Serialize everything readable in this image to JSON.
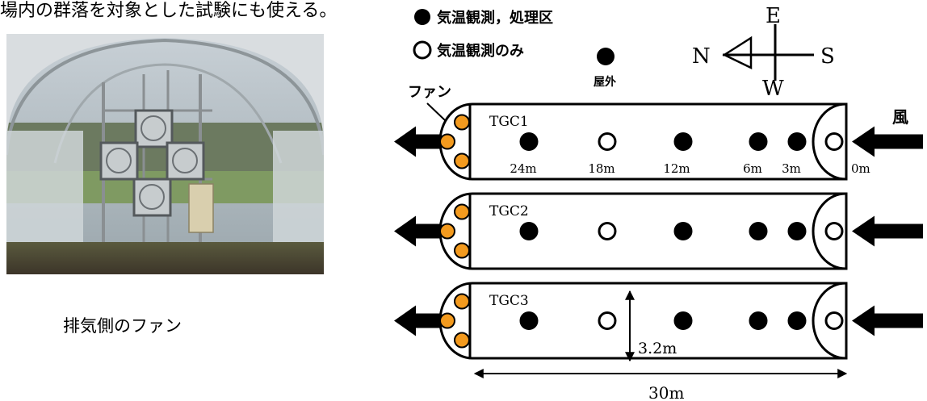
{
  "top_text": "場内の群落を対象とした試験にも使える。",
  "photo_caption": "排気側のファン",
  "legend": {
    "filled": "気温観測，処理区",
    "open": "気温観測のみ"
  },
  "outside_label": "屋外",
  "compass": {
    "n": "N",
    "s": "S",
    "e": "E",
    "w": "W"
  },
  "fan_label": "ファン",
  "wind_label": "風",
  "chambers": [
    {
      "label": "TGC1",
      "points": [
        "filled",
        "open",
        "filled",
        "filled",
        "filled",
        "open"
      ]
    },
    {
      "label": "TGC2",
      "points": [
        "filled",
        "open",
        "filled",
        "filled",
        "filled",
        "open"
      ]
    },
    {
      "label": "TGC3",
      "points": [
        "filled",
        "open",
        "filled",
        "filled",
        "filled",
        "open"
      ]
    }
  ],
  "distances": [
    "24m",
    "18m",
    "12m",
    "6m",
    "3m",
    "0m"
  ],
  "width_label": "3.2m",
  "length_label": "30m",
  "colors": {
    "fan": "#f39a1e",
    "black": "#000000"
  }
}
